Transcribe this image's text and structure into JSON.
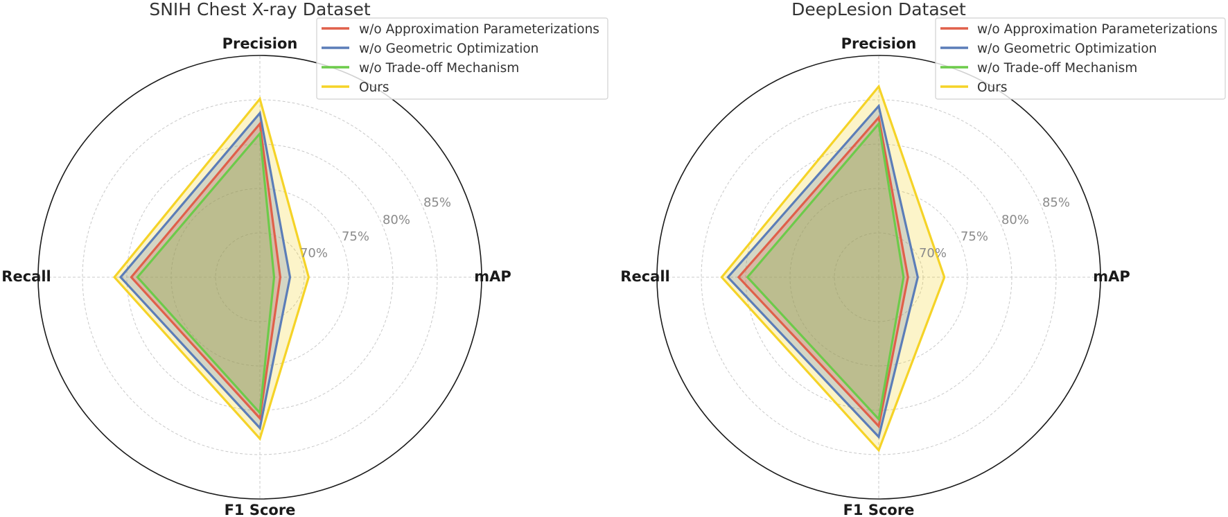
{
  "figure": {
    "legend": [
      {
        "label": "w/o Approximation Parameterizations",
        "color": "#e0604a"
      },
      {
        "label": "w/o Geometric Optimization",
        "color": "#5b7db8"
      },
      {
        "label": "w/o Trade-off Mechanism",
        "color": "#6ccb4a"
      },
      {
        "label": "Ours",
        "color": "#f5d327"
      }
    ]
  },
  "chart_data": [
    {
      "type": "radar",
      "title": "SNIH Chest X-ray Dataset",
      "axes": [
        "mAP",
        "Precision",
        "Recall",
        "F1 Score"
      ],
      "radial_ticks": [
        "70%",
        "75%",
        "80%",
        "85%"
      ],
      "radial_range": [
        65,
        90
      ],
      "grid": true,
      "legend_position": "upper right",
      "series": [
        {
          "name": "w/o Approximation Parameterizations",
          "color": "#e0604a",
          "values": [
            67.3,
            82.3,
            79.5,
            80.9
          ]
        },
        {
          "name": "w/o Geometric Optimization",
          "color": "#5b7db8",
          "values": [
            68.4,
            83.5,
            80.7,
            82.0
          ]
        },
        {
          "name": "w/o Trade-off Mechanism",
          "color": "#6ccb4a",
          "values": [
            66.6,
            81.2,
            78.8,
            80.3
          ]
        },
        {
          "name": "Ours",
          "color": "#f5d327",
          "values": [
            70.5,
            85.1,
            81.4,
            83.2
          ]
        }
      ]
    },
    {
      "type": "radar",
      "title": "DeepLesion Dataset",
      "axes": [
        "mAP",
        "Precision",
        "Recall",
        "F1 Score"
      ],
      "radial_ticks": [
        "70%",
        "75%",
        "80%",
        "85%"
      ],
      "radial_range": [
        65,
        90
      ],
      "grid": true,
      "legend_position": "upper right",
      "series": [
        {
          "name": "w/o Approximation Parameterizations",
          "color": "#e0604a",
          "values": [
            68.3,
            83.0,
            80.8,
            81.8
          ]
        },
        {
          "name": "w/o Geometric Optimization",
          "color": "#5b7db8",
          "values": [
            69.4,
            84.3,
            82.0,
            83.0
          ]
        },
        {
          "name": "w/o Trade-off Mechanism",
          "color": "#6ccb4a",
          "values": [
            67.8,
            82.3,
            79.8,
            81.0
          ]
        },
        {
          "name": "Ours",
          "color": "#f5d327",
          "values": [
            72.4,
            86.5,
            82.7,
            84.5
          ]
        }
      ]
    }
  ]
}
